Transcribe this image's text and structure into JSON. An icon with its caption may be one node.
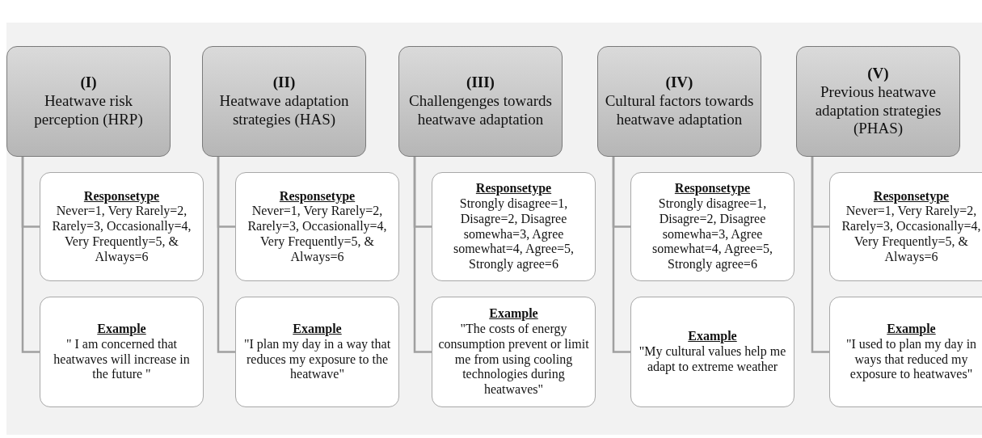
{
  "diagram": {
    "nodes": [
      {
        "text": [
          "(I)",
          "Heatwave risk perception (HRP)"
        ]
      },
      {
        "text": [
          "(II)",
          "Heatwave adaptation strategies (HAS)"
        ]
      },
      {
        "text": [
          "(III)",
          "Challengenges towards heatwave adaptation"
        ]
      },
      {
        "text": [
          "(IV)",
          "Cultural factors towards heatwave adaptation"
        ]
      },
      {
        "text": [
          "(V)",
          "Previous heatwave adaptation strategies (PHAS)"
        ]
      },
      {
        "text": [
          "Responsetype",
          "Never=1, Very Rarely=2, Rarely=3, Occasionally=4, Very Frequently=5, & Always=6"
        ]
      },
      {
        "text": [
          "Responsetype",
          "Never=1, Very Rarely=2, Rarely=3, Occasionally=4, Very Frequently=5, & Always=6"
        ]
      },
      {
        "text": [
          "Responsetype",
          "Strongly disagree=1, Disagre=2, Disagree somewha=3, Agree somewhat=4, Agree=5, Strongly agree=6"
        ]
      },
      {
        "text": [
          "Responsetype",
          "Strongly disagree=1, Disagre=2, Disagree somewha=3, Agree somewhat=4, Agree=5, Strongly agree=6"
        ]
      },
      {
        "text": [
          "Responsetype",
          "Never=1, Very Rarely=2, Rarely=3, Occasionally=4, Very Frequently=5, & Always=6"
        ]
      },
      {
        "text": [
          "Example",
          "\" I am concerned that heatwaves will increase in the future \""
        ]
      },
      {
        "text": [
          "Example",
          "\"I plan my day in a way that reduces my exposure to the heatwave\""
        ]
      },
      {
        "text": [
          "Example",
          "\"The costs of energy consumption prevent or limit me from using cooling technologies during heatwaves\""
        ]
      },
      {
        "text": [
          "Example",
          "\"My cultural values help me adapt to extreme weather"
        ]
      },
      {
        "text": [
          "Example",
          "\"I used to plan my day in ways that reduced my exposure to heatwaves\""
        ]
      }
    ],
    "edges": [
      {
        "from": 0,
        "to": 5,
        "arrow": "none"
      },
      {
        "from": 0,
        "to": 10,
        "arrow": "none"
      },
      {
        "from": 1,
        "to": 6,
        "arrow": "none"
      },
      {
        "from": 1,
        "to": 11,
        "arrow": "none"
      },
      {
        "from": 2,
        "to": 7,
        "arrow": "none"
      },
      {
        "from": 2,
        "to": 12,
        "arrow": "none"
      },
      {
        "from": 3,
        "to": 8,
        "arrow": "none"
      },
      {
        "from": 3,
        "to": 13,
        "arrow": "none"
      },
      {
        "from": 4,
        "to": 9,
        "arrow": "none"
      },
      {
        "from": 4,
        "to": 14,
        "arrow": "none"
      }
    ]
  }
}
